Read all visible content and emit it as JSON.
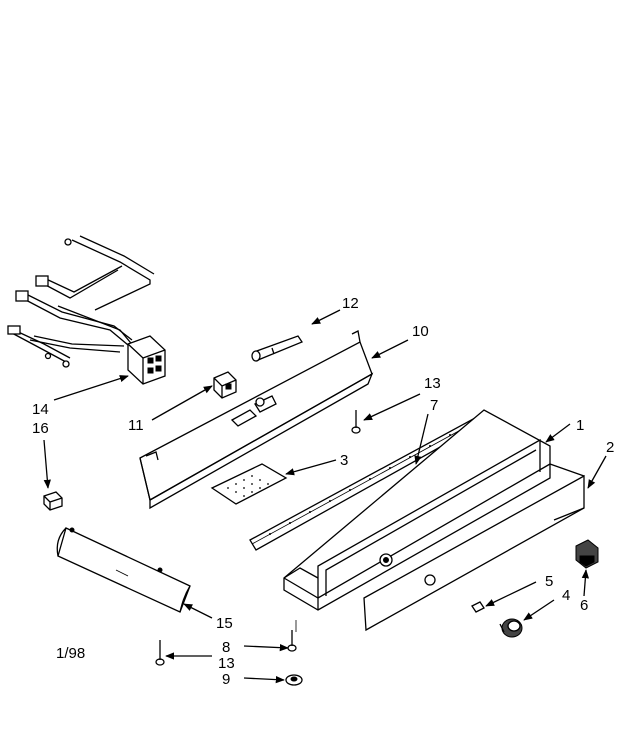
{
  "diagram": {
    "date_code": "1/98",
    "callouts": {
      "c1": "1",
      "c2": "2",
      "c3": "3",
      "c4": "4",
      "c5": "5",
      "c6": "6",
      "c7": "7",
      "c8": "8",
      "c9": "9",
      "c10": "10",
      "c11": "11",
      "c12": "12",
      "c13a": "13",
      "c13b": "13",
      "c14": "14",
      "c15": "15",
      "c16": "16"
    }
  }
}
